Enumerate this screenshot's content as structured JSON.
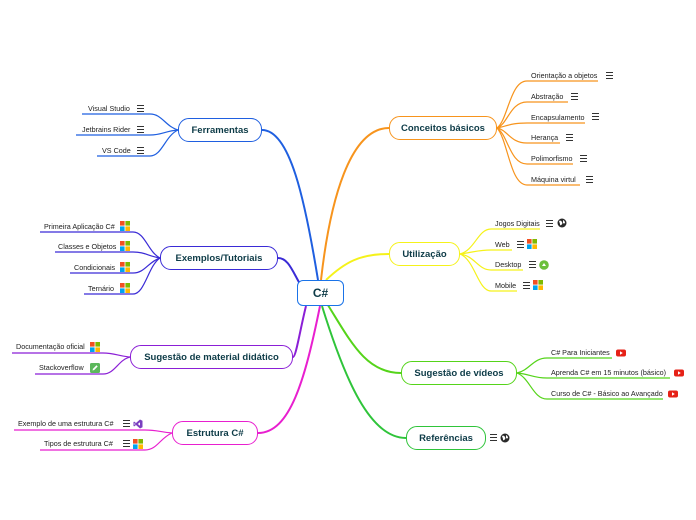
{
  "root": {
    "label": "C#",
    "color": "#1a73e8"
  },
  "branches": {
    "conceitos": {
      "label": "Conceitos básicos",
      "color": "#f7941d",
      "items": [
        "Orientação a objetos",
        "Abstração",
        "Encapsulamento",
        "Herança",
        "Polimorfismo",
        "Máquina virtul"
      ]
    },
    "utilizacao": {
      "label": "Utilização",
      "color": "#f5f21a",
      "items": [
        "Jogos Digitais",
        "Web",
        "Desktop",
        "Mobile"
      ]
    },
    "videos": {
      "label": "Sugestão de vídeos",
      "color": "#55d41a",
      "items": [
        "C# Para Iniciantes",
        "Aprenda C# em 15 minutos (básico)",
        "Curso de C# - Básico ao Avançado"
      ]
    },
    "referencias": {
      "label": "Referências",
      "color": "#2fc43a"
    },
    "ferramentas": {
      "label": "Ferramentas",
      "color": "#1f5fe0",
      "items": [
        "Visual Studio",
        "Jetbrains Rider",
        "VS Code"
      ]
    },
    "exemplos": {
      "label": "Exemplos/Tutoriais",
      "color": "#3a2bd6",
      "items": [
        "Primeira Aplicação C#",
        "Classes e Objetos",
        "Condicionais",
        "Ternário"
      ]
    },
    "material": {
      "label": "Sugestão de material didático",
      "color": "#8b1fd6",
      "items": [
        "Documentação oficial",
        "Stackoverflow"
      ]
    },
    "estrutura": {
      "label": "Estrutura C#",
      "color": "#e81fcf",
      "items": [
        "Exemplo de uma estrutura C#",
        "Tipos de estrutura C#"
      ]
    }
  },
  "icons": {
    "menu": "notes-menu-icon",
    "windows": "windows-icon",
    "globe": "globe-icon",
    "youtube": "youtube-icon",
    "android": "android-icon",
    "visual_studio": "visual-studio-icon",
    "stackoverflow": "edit-link-icon"
  }
}
